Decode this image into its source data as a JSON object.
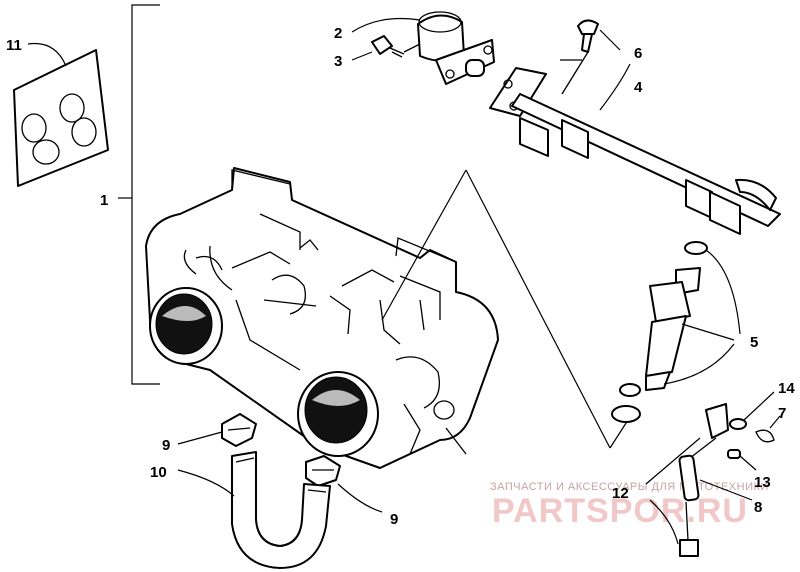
{
  "callouts": {
    "c1": "1",
    "c2": "2",
    "c3": "3",
    "c4": "4",
    "c5": "5",
    "c6": "6",
    "c7": "7",
    "c8": "8",
    "c9a": "9",
    "c9b": "9",
    "c10": "10",
    "c11": "11",
    "c12": "12",
    "c13": "13",
    "c14": "14"
  },
  "watermark": {
    "tagline": "ЗАПЧАСТИ И АКСЕССУАРЫ ДЛЯ МОТОТЕХНИКИ",
    "brand": "PARTSPOR.RU"
  }
}
